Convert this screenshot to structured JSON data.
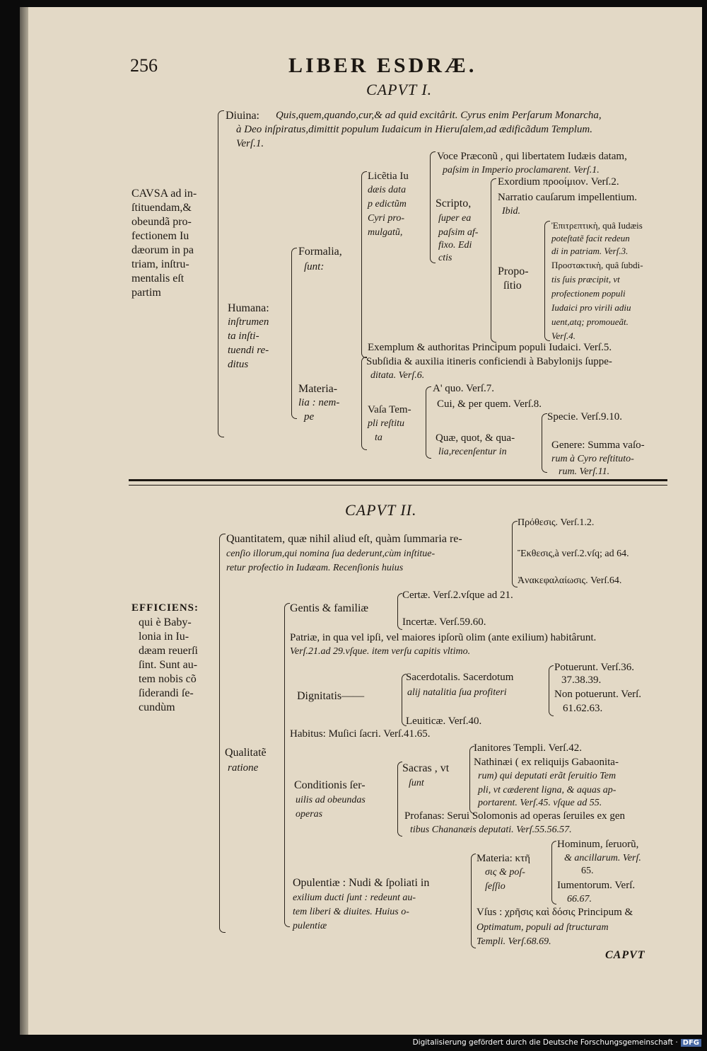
{
  "page_number": "256",
  "running_title": "LIBER ESDRÆ.",
  "cap1": {
    "heading": "CAPVT I.",
    "causa_head": "CAVSA ad in-",
    "causa_lines": [
      "ſtituendam,&",
      "obeundã pro-",
      "fectionem Iu",
      "dæorum in pa",
      "triam, inſtru-",
      "mentalis eſt",
      "partim"
    ],
    "diuina_label": "Diuina:",
    "diuina_text": [
      " Quis,quem,quando,cur,& ad quid excitârit. Cyrus enim Perſarum Monarcha,",
      "à Deo inſpiratus,dimittit populum Iudaicum in Hieruſalem,ad ædificãdum Templum.",
      "Verſ.1."
    ],
    "humana_label": "Humana:",
    "humana_lines": [
      "inſtrumen",
      "ta  inſti-",
      "tuendi re-",
      "ditus"
    ],
    "formalia": "Formalia,",
    "formalia_sub": "ſunt:",
    "licentia": [
      "Licẽtia Iu",
      "dæis data",
      "p edictũm",
      "Cyri pro-",
      "mulgatũ,"
    ],
    "voce": [
      "Voce Præconũ , qui libertatem Iudæis datam,",
      "paſsim in Imperio proclamarent. Verſ.1."
    ],
    "scripto": "Scripto,",
    "scripto_lines": [
      "ſuper ea",
      "paſsim af-",
      "fixo. Edi",
      "ctis"
    ],
    "exordium": "Exordium προοίμιον. Verſ.2.",
    "narratio": "Narratio cauſarum impellentium.",
    "narratio_ibid": "Ibid.",
    "propositio": [
      "Propo-",
      "ſitio"
    ],
    "epitreptike": [
      "Ἐπιτρεπτικὴ, quâ Iudæis",
      "poteſtatẽ facit redeun",
      "di in patriam. Verſ.3."
    ],
    "prostaktike": [
      "Προστακτικὴ, quâ ſubdi-",
      "tis ſuis præcipit, vt",
      "profectionem populi",
      "Iudaici pro virili adiu",
      "uent,atq; promoueãt.",
      "Verſ.4."
    ],
    "exemplum": "Exemplum & authoritas Principum populi Iudaici. Verſ.5.",
    "subsidia": [
      "Subſidia & auxilia itineris conficiendi à Babylonijs ſuppe-",
      "ditata. Verſ.6."
    ],
    "materialia": [
      "Materia-",
      "lia : nem-",
      "pe"
    ],
    "vasa": [
      "Vaſa Tem-",
      "pli reſtitu",
      "ta"
    ],
    "a_quo": "A' quo. Verſ.7.",
    "cui": "Cui, & per quem. Verſ.8.",
    "quae": [
      "Quæ, quot, & qua-",
      "lia,recenſentur in"
    ],
    "specie": "Specie. Verſ.9.10.",
    "genere": [
      "Genere: Summa vaſo-",
      "rum à Cyro reſtituto-",
      "rum. Verſ.11."
    ]
  },
  "cap2": {
    "heading": "CAPVT II.",
    "efficiens_head": "EFFICIENS:",
    "efficiens_lines": [
      "qui è Baby-",
      "lonia in Iu-",
      "dæam reuerſi",
      "ſint. Sunt au-",
      "tem nobis cõ",
      "ſiderandi ſe-",
      "cundùm"
    ],
    "quantitatem": [
      "Quantitatem, quæ nihil aliud eſt, quàm ſummaria re-",
      "cenſio illorum,qui nomina ſua dederunt,cùm inſtitue-",
      "retur profectio in Iudæam. Recenſionis huius"
    ],
    "prothesis": "Πρόθεσις. Verſ.1.2.",
    "ekthesis": "Ἔκθεσις,à verſ.2.vſq; ad 64.",
    "anakephalaiosis": "Ἀνακεφαλαίωσις. Verſ.64.",
    "qualitate": [
      "Qualitatẽ",
      "ratione"
    ],
    "gentis": "Gentis & familiæ",
    "certae": "Certæ. Verſ.2.vſque ad 21.",
    "incertae": "Incertæ. Verſ.59.60.",
    "patriae": [
      "Patriæ, in qua vel ipſi, vel maiores ipſorũ olim (ante exilium) habitârunt.",
      "Verſ.21.ad 29.vſque. item verſu capitis vltimo."
    ],
    "dignitatis": "Dignitatis——",
    "sacerdotalis": [
      "Sacerdotalis. Sacerdotum",
      "alij natalitia ſua profiteri"
    ],
    "potuerunt": [
      "Potuerunt. Verſ.36.",
      "37.38.39."
    ],
    "non_potuerunt": [
      "Non potuerunt. Verſ.",
      "61.62.63."
    ],
    "leuiticae": "Leuiticæ. Verſ.40.",
    "habitus": "Habitus: Muſici ſacri. Verſ.41.65.",
    "conditionis": [
      "Conditionis ſer-",
      "uilis ad obeundas",
      "operas"
    ],
    "sacras": [
      "Sacras , vt",
      "ſunt"
    ],
    "ianitores": "Ianitores Templi. Verſ.42.",
    "nathinaei": [
      "Nathinæi ( ex reliquijs Gabaonita-",
      "rum) qui deputati erãt ſeruitio Tem",
      "pli, vt cæderent ligna, & aquas ap-",
      "portarent. Verſ.45. vſque ad 55."
    ],
    "profanas": [
      "Profanas: Serui Solomonis ad operas ſeruiles ex gen",
      "tibus Chananæis deputati. Verſ.55.56.57."
    ],
    "opulentiae": [
      "Opulentiæ : Nudi & ſpoliati in",
      "exilium ducti ſunt : redeunt au-",
      "tem liberi & diuites. Huius o-",
      "pulentiæ"
    ],
    "materia": [
      "Materia: κτῆ",
      "σις & poſ-",
      "ſeſſio"
    ],
    "hominum": [
      "Hominum, ſeruorũ,",
      "& ancillarum. Verſ.",
      "65."
    ],
    "iumentorum": [
      "Iumentorum. Verſ.",
      "66.67."
    ],
    "vsus": [
      "Vſus : χρῆσις καὶ δόσις Principum &",
      "Optimatum, populi ad ſtructuram",
      "Templi. Verſ.68.69."
    ],
    "catchword": "CAPVT"
  },
  "footer": {
    "text": "Digitalisierung gefördert durch die Deutsche Forschungsgemeinschaft ·",
    "logo": "DFG"
  }
}
